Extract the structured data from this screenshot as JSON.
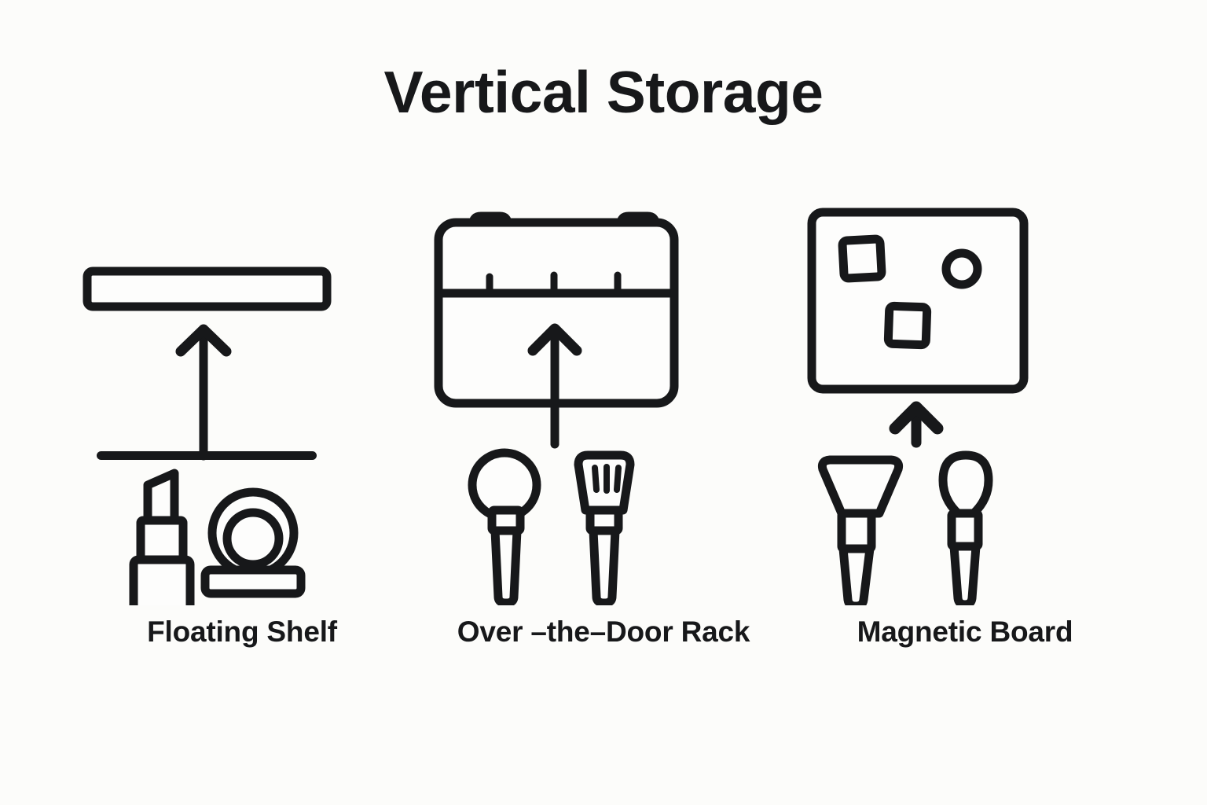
{
  "header": {
    "title": "Vertical Storage"
  },
  "theme": {
    "background": "#fcfcfa",
    "ink": "#17181a",
    "shape_fill": "#fdfdfc"
  },
  "columns": [
    {
      "id": "floating-shelf",
      "label": "Floating Shelf",
      "icon_name": "floating-shelf-icon",
      "elements": [
        "shelf-bar",
        "up-arrow",
        "counter-line",
        "lipstick",
        "compact-mirror"
      ]
    },
    {
      "id": "over-the-door-rack",
      "label": "Over –the–Door Rack",
      "label_line_1": "Over –the–Door",
      "label_line_2": "Rack",
      "icon_name": "over-the-door-rack-icon",
      "elements": [
        "door-hook-left",
        "door-hook-right",
        "rack-body",
        "rack-divider",
        "rack-tick-1",
        "rack-tick-2",
        "rack-tick-3",
        "up-arrow",
        "puff-brush",
        "flat-brush"
      ]
    },
    {
      "id": "magnetic-board",
      "label": "Magnetic Board",
      "icon_name": "magnetic-board-icon",
      "elements": [
        "board-panel",
        "magnet-square-top",
        "magnet-circle",
        "magnet-square-bottom",
        "up-arrow",
        "fan-brush",
        "dome-brush"
      ]
    }
  ]
}
